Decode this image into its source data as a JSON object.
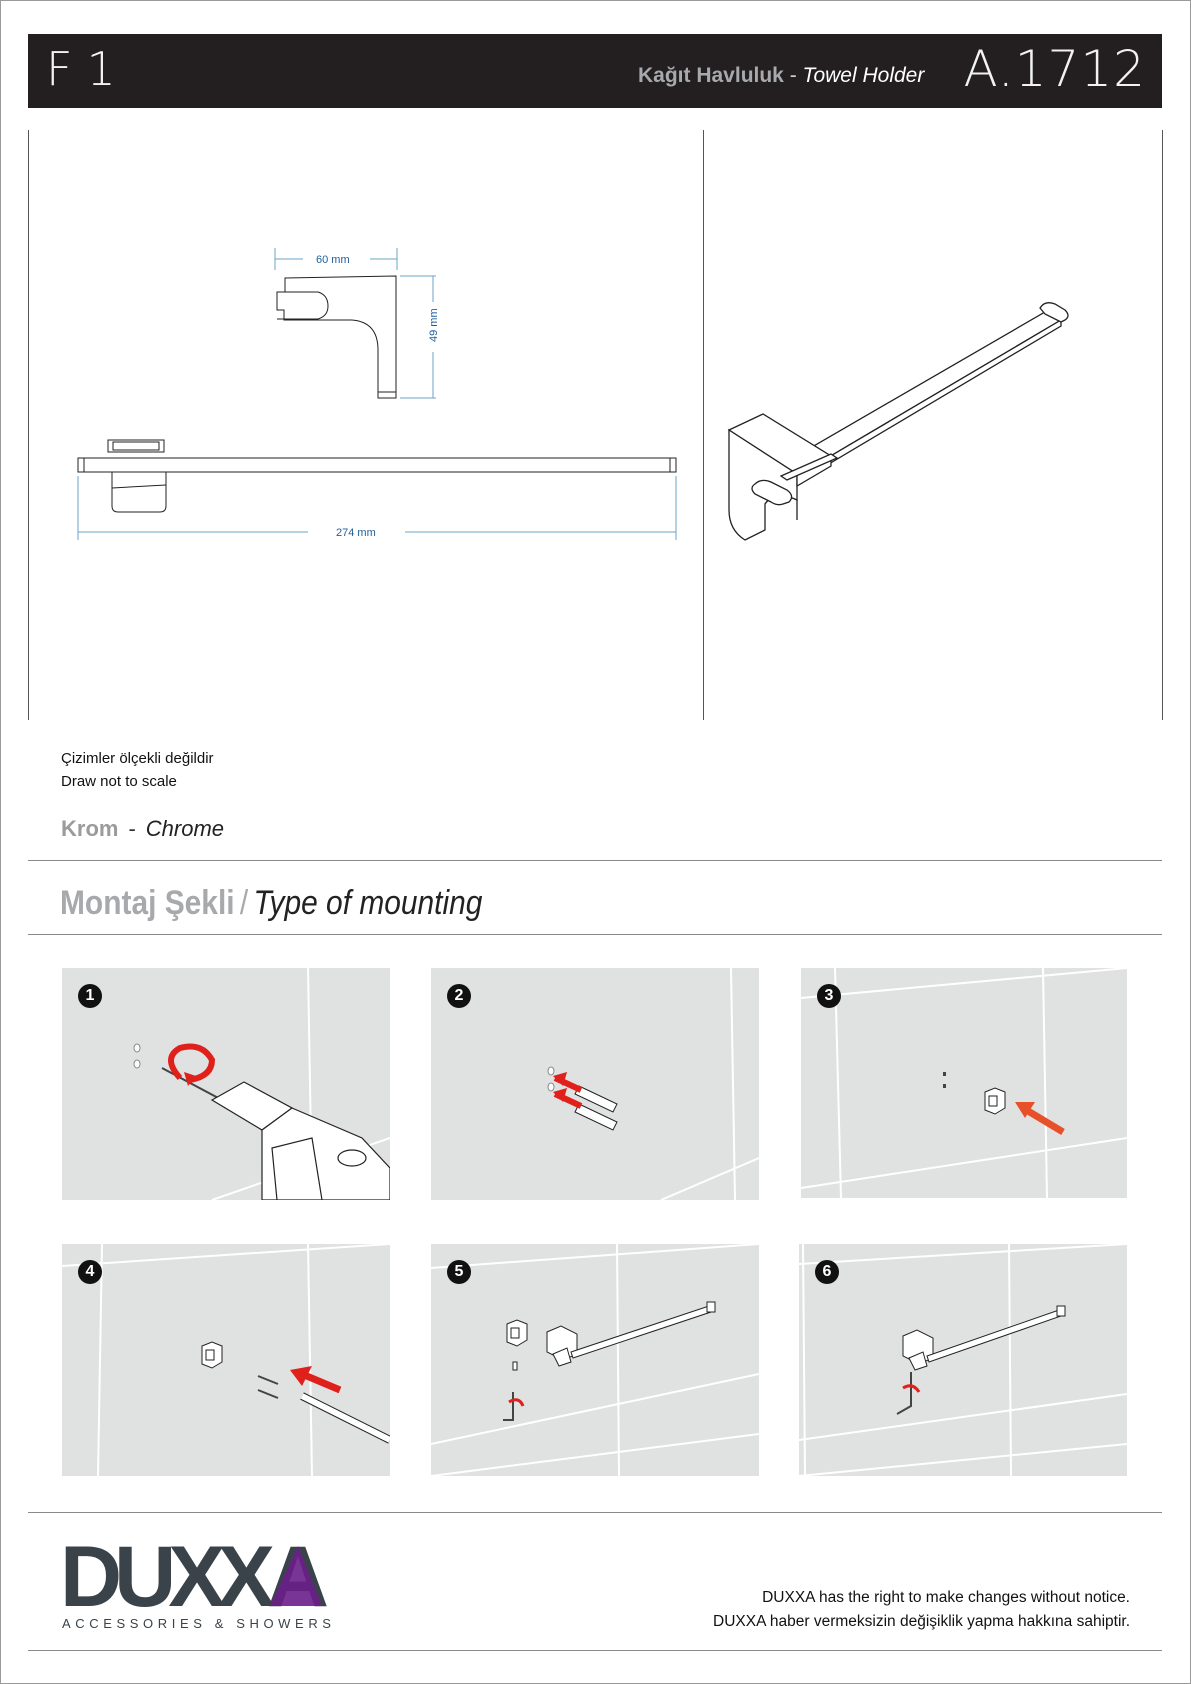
{
  "header": {
    "series": "F1",
    "title_tr": "Kağıt Havluluk",
    "title_sep": " - ",
    "title_en": "Towel Holder",
    "code": "A.1712"
  },
  "drawing": {
    "dim_width_top": "60 mm",
    "dim_height": "49 mm",
    "dim_length": "274 mm"
  },
  "notes": {
    "line1": "Çizimler ölçekli değildir",
    "line2": "Draw not to scale"
  },
  "finish": {
    "tr": "Krom",
    "sep": "-",
    "en": "Chrome"
  },
  "mounting": {
    "title_tr": "Montaj Şekli",
    "sep": "/",
    "title_en": "Type of mounting",
    "steps": [
      "1",
      "2",
      "3",
      "4",
      "5",
      "6"
    ]
  },
  "footer": {
    "brand": "DUXXA",
    "tagline": "ACCESSORIES & SHOWERS",
    "disclaimer_en": "DUXXA has the right to make changes without notice.",
    "disclaimer_tr": "DUXXA haber vermeksizin değişiklik yapma hakkına sahiptir."
  },
  "colors": {
    "header_bg": "#231f20",
    "grey_text": "#a7a9ac",
    "dimension_blue": "#1f5f9a",
    "arrow_red": "#e0201b",
    "logo_dark": "#3a4349",
    "logo_purple": "#6a1f8a",
    "panel_bg": "#e0e1e1"
  }
}
